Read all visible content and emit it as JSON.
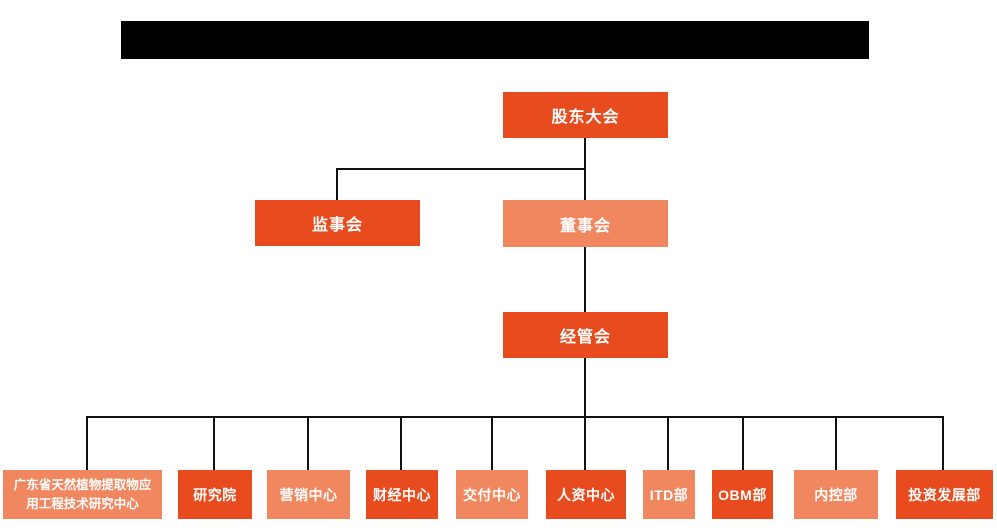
{
  "page": {
    "redaction_bar_color": "#000000",
    "background_color": "#ffffff"
  },
  "colors": {
    "primary_orange": "#e84b1d",
    "light_orange": "#f0875f",
    "connector": "#111111",
    "node_text": "#ffffff"
  },
  "org_chart": {
    "root": {
      "label": "股东大会",
      "variant": "dark"
    },
    "level2": [
      {
        "label": "监事会",
        "variant": "dark"
      },
      {
        "label": "董事会",
        "variant": "light"
      }
    ],
    "level3": {
      "label": "经管会",
      "variant": "dark"
    },
    "departments": [
      {
        "label": "广东省天然植物提取物应用工程技术研究中心",
        "variant": "light"
      },
      {
        "label": "研究院",
        "variant": "dark"
      },
      {
        "label": "营销中心",
        "variant": "light"
      },
      {
        "label": "财经中心",
        "variant": "dark"
      },
      {
        "label": "交付中心",
        "variant": "light"
      },
      {
        "label": "人资中心",
        "variant": "dark"
      },
      {
        "label": "ITD部",
        "variant": "light"
      },
      {
        "label": "OBM部",
        "variant": "dark"
      },
      {
        "label": "内控部",
        "variant": "light"
      },
      {
        "label": "投资发展部",
        "variant": "dark"
      }
    ]
  }
}
